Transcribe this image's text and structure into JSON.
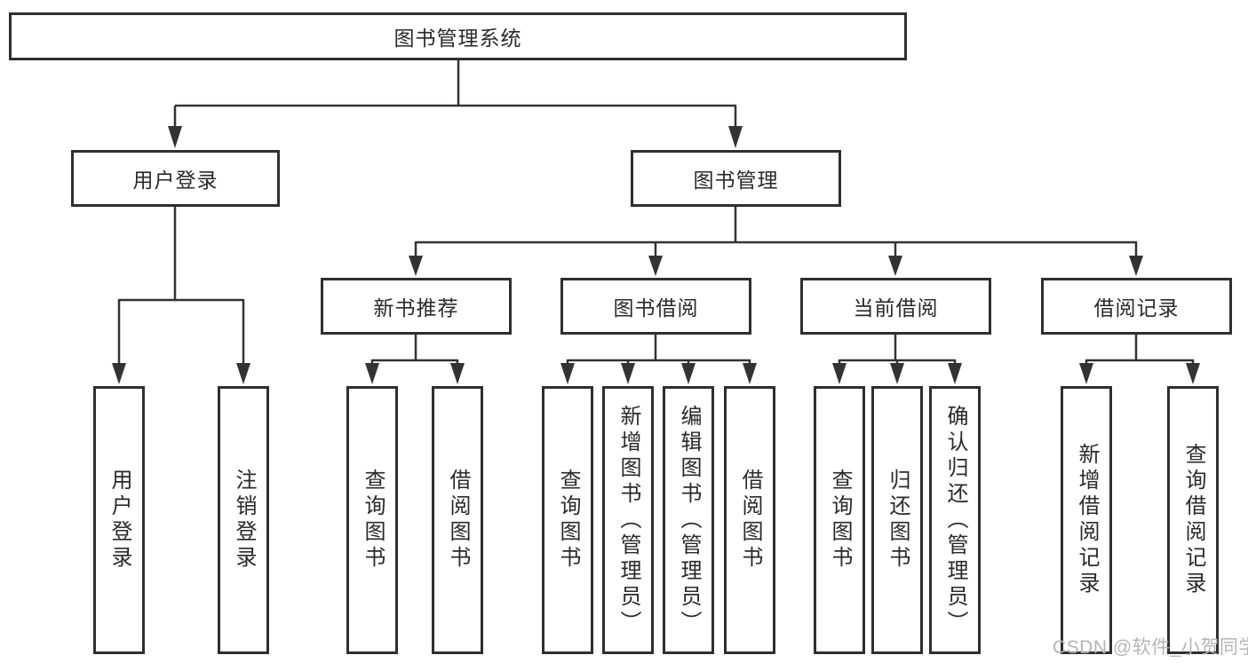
{
  "nodes": {
    "root": "图书管理系统",
    "user_login": "用户登录",
    "book_mgmt": "图书管理",
    "new_book_rec": "新书推荐",
    "book_borrow": "图书借阅",
    "current_borrow": "当前借阅",
    "borrow_record": "借阅记录",
    "leaf_user_login": "用户登录",
    "leaf_logout": "注销登录",
    "leaf_query_book_a": "查询图书",
    "leaf_borrow_book_a": "借阅图书",
    "leaf_query_book_b": "查询图书",
    "leaf_add_book_admin": "新增图书（管理员）",
    "leaf_edit_book_admin": "编辑图书（管理员）",
    "leaf_borrow_book_b": "借阅图书",
    "leaf_query_book_c": "查询图书",
    "leaf_return_book": "归还图书",
    "leaf_confirm_return_admin": "确认归还（管理员）",
    "leaf_add_borrow_record": "新增借阅记录",
    "leaf_query_borrow_record": "查询借阅记录"
  },
  "hierarchy": {
    "root": [
      "user_login",
      "book_mgmt"
    ],
    "user_login": [
      "leaf_user_login",
      "leaf_logout"
    ],
    "book_mgmt": [
      "new_book_rec",
      "book_borrow",
      "current_borrow",
      "borrow_record"
    ],
    "new_book_rec": [
      "leaf_query_book_a",
      "leaf_borrow_book_a"
    ],
    "book_borrow": [
      "leaf_query_book_b",
      "leaf_add_book_admin",
      "leaf_edit_book_admin",
      "leaf_borrow_book_b"
    ],
    "current_borrow": [
      "leaf_query_book_c",
      "leaf_return_book",
      "leaf_confirm_return_admin"
    ],
    "borrow_record": [
      "leaf_add_borrow_record",
      "leaf_query_borrow_record"
    ]
  },
  "watermark": "CSDN @软件_小贺同学",
  "colors": {
    "line": "#333333",
    "box_border": "#2f2f2f",
    "text": "#2a2a2a",
    "watermark": "#b5b5b5",
    "background": "#ffffff"
  }
}
